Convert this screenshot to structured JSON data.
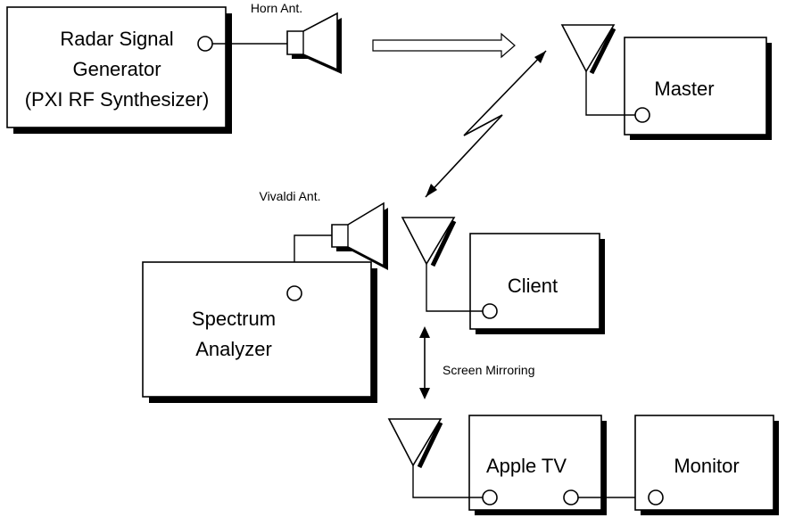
{
  "blocks": {
    "radar_generator": [
      "Radar Signal",
      "Generator",
      "(PXI RF Synthesizer)"
    ],
    "master": "Master",
    "client": "Client",
    "spectrum_analyzer": [
      "Spectrum",
      "Analyzer"
    ],
    "apple_tv": "Apple TV",
    "monitor": "Monitor"
  },
  "labels": {
    "horn_antenna": "Horn Ant.",
    "vivaldi_antenna": "Vivaldi Ant.",
    "screen_mirroring": "Screen Mirroring"
  }
}
